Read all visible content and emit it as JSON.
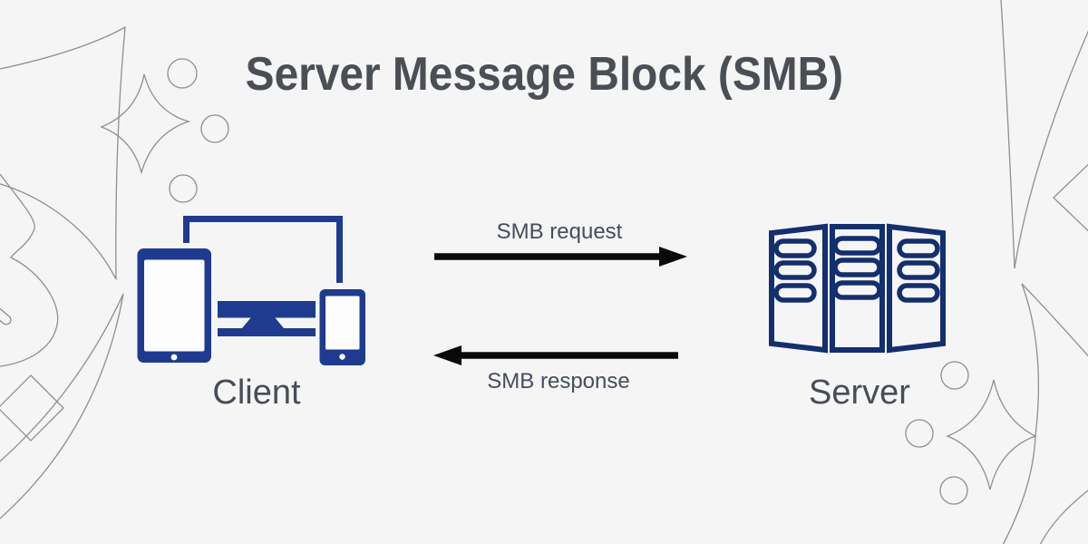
{
  "title": "Server Message Block (SMB)",
  "diagram": {
    "client": {
      "label": "Client",
      "icon": "client-devices-icon"
    },
    "server": {
      "label": "Server",
      "icon": "server-racks-icon"
    },
    "arrows": [
      {
        "label": "SMB request",
        "direction": "right"
      },
      {
        "label": "SMB response",
        "direction": "left"
      }
    ]
  },
  "decorations": {
    "shapes": [
      "sparkle-star",
      "circle",
      "diamond",
      "leaf"
    ],
    "position": "corners"
  },
  "colors": {
    "background": "#f5f5f6",
    "title_text": "#4a4f55",
    "label_text": "#474d57",
    "arrow_label_text": "#454d5c",
    "client_blue": "#1e3b8f",
    "server_navy": "#142f6d",
    "arrow_black": "#0a0a0a",
    "decor_stroke": "#8d8f92",
    "screen_white": "#fdfdfe"
  }
}
